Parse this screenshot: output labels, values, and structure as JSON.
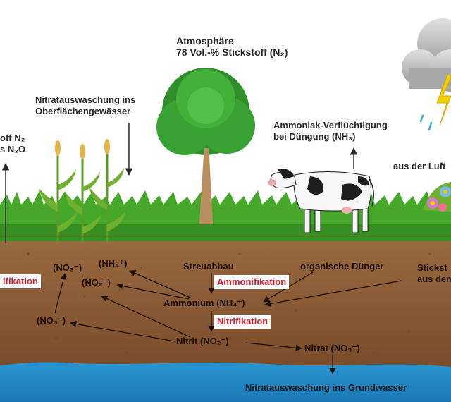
{
  "labels": {
    "atmosphere_line1": "Atmosphäre",
    "atmosphere_line2": "78 Vol.-% Stickstoff (N₂)",
    "nitrate_surface_line1": "Nitratauswaschung ins",
    "nitrate_surface_line2": "Oberflächengewässer",
    "ammonia_line1": "Ammoniak-Verflüchtigung",
    "ammonia_line2": "bei Düngung (NH₃)",
    "from_air": "aus der Luft",
    "left_gas_line1": "off N₂",
    "left_gas_line2": "s N₂O",
    "nh4_top": "(NH₄⁺)",
    "no3_top": "(NO₃⁻)",
    "no2_left": "(NO₂⁻)",
    "no3_left": "(NO₃⁻)",
    "litter_decomposition": "Streuabbau",
    "organic_fertilizer": "organische Dünger",
    "nitrogen_soil_line1": "Stickst",
    "nitrogen_soil_line2": "aus dem F",
    "ammonium": "Ammonium (NH₄⁺)",
    "nitrite": "Nitrit (NO₂⁻)",
    "nitrate": "Nitrat (NO₃⁻)",
    "nitrate_groundwater": "Nitratauswaschung ins Grundwasser"
  },
  "processes": {
    "denitrification": "ifikation",
    "ammonification": "Ammonifikation",
    "nitrification": "Nitrifikation"
  },
  "colors": {
    "sky": "#ffffff",
    "grass": "#3f9e24",
    "soil": "#8a5a34",
    "groundwater": "#1e88c6",
    "process_text": "#d0202e",
    "tree_foliage": "#2f8f2a",
    "lightning": "#f5d000"
  }
}
